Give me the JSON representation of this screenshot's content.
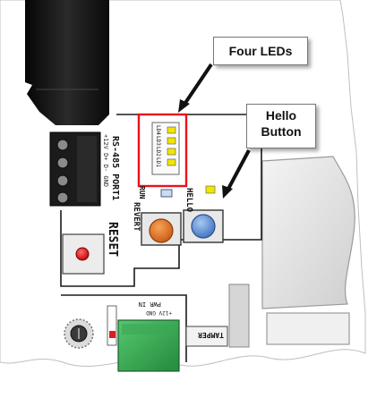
{
  "callouts": {
    "leds": "Four LEDs",
    "hello_line1": "Hello",
    "hello_line2": "Button"
  },
  "board": {
    "port_label": "RS-485 PORT1",
    "port_pins": "+12V D+ D- GND",
    "reset_label": "RESET",
    "revert_label": "REVERT",
    "hello_label": "HELLO",
    "run_label": "RUN",
    "led_labels": [
      "LD4",
      "LD3",
      "LD2",
      "LD1"
    ],
    "pwr_label": "PWR IN",
    "pwr_pins": "+12V GND",
    "tamper_label": "TAMPER"
  },
  "colors": {
    "highlight_box": "#e8121b",
    "led_yellow": "#f2e500",
    "revert_button": "#e0762a",
    "hello_button": "#5a8fd6",
    "reset_button": "#e11b1b",
    "terminal_green": "#3aa655"
  }
}
